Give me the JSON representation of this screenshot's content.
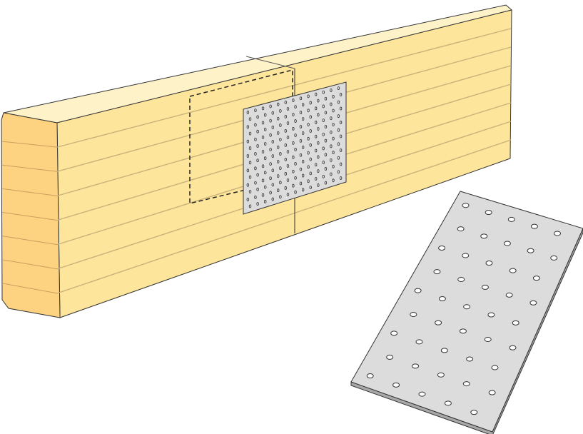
{
  "colors": {
    "beam_front": "#fde59b",
    "beam_top": "#fef2c9",
    "beam_end": "#fdd382",
    "grain": "#c9b27a",
    "plate": "#dcdcdc",
    "plate_edge": "#a8a8a8",
    "outline": "#333333"
  },
  "icons": [
    "timber-beam",
    "joint-line",
    "nail-plate-mounted",
    "hidden-plate-outline",
    "nail-plate-loose"
  ]
}
